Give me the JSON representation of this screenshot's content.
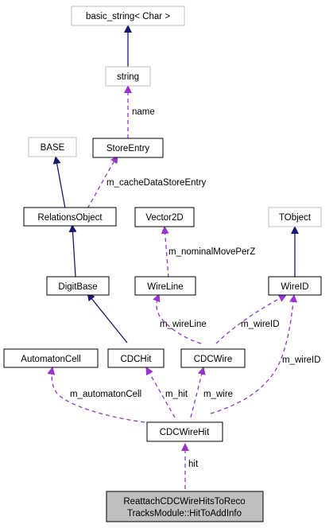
{
  "diagram": {
    "nodes": {
      "basic_string": "basic_string< Char >",
      "string": "string",
      "base": "BASE",
      "store_entry": "StoreEntry",
      "relations_object": "RelationsObject",
      "vector2d": "Vector2D",
      "tobject": "TObject",
      "digit_base": "DigitBase",
      "wire_line": "WireLine",
      "wire_id": "WireID",
      "automaton_cell": "AutomatonCell",
      "cdc_hit": "CDCHit",
      "cdc_wire": "CDCWire",
      "cdc_wire_hit": "CDCWireHit",
      "hit_to_add_info_line1": "ReattachCDCWireHitsToReco",
      "hit_to_add_info_line2": "TracksModule::HitToAddInfo"
    },
    "edge_labels": {
      "name": "name",
      "cache_data_store_entry": "m_cacheDataStoreEntry",
      "nominal_move_per_z": "m_nominalMovePerZ",
      "wire_line": "m_wireLine",
      "wire_id_from_cdcwire": "m_wireID",
      "wire_id_from_wirehit": "m_wireID",
      "automaton_cell": "m_automatonCell",
      "hit": "m_hit",
      "wire": "m_wire",
      "hit_member": "hit"
    },
    "colors": {
      "inheritance_edge": "#191970",
      "usage_edge": "#9a32cd",
      "external_node_border": "#bfbfbf",
      "focus_node_fill": "#bfbfbf"
    }
  }
}
